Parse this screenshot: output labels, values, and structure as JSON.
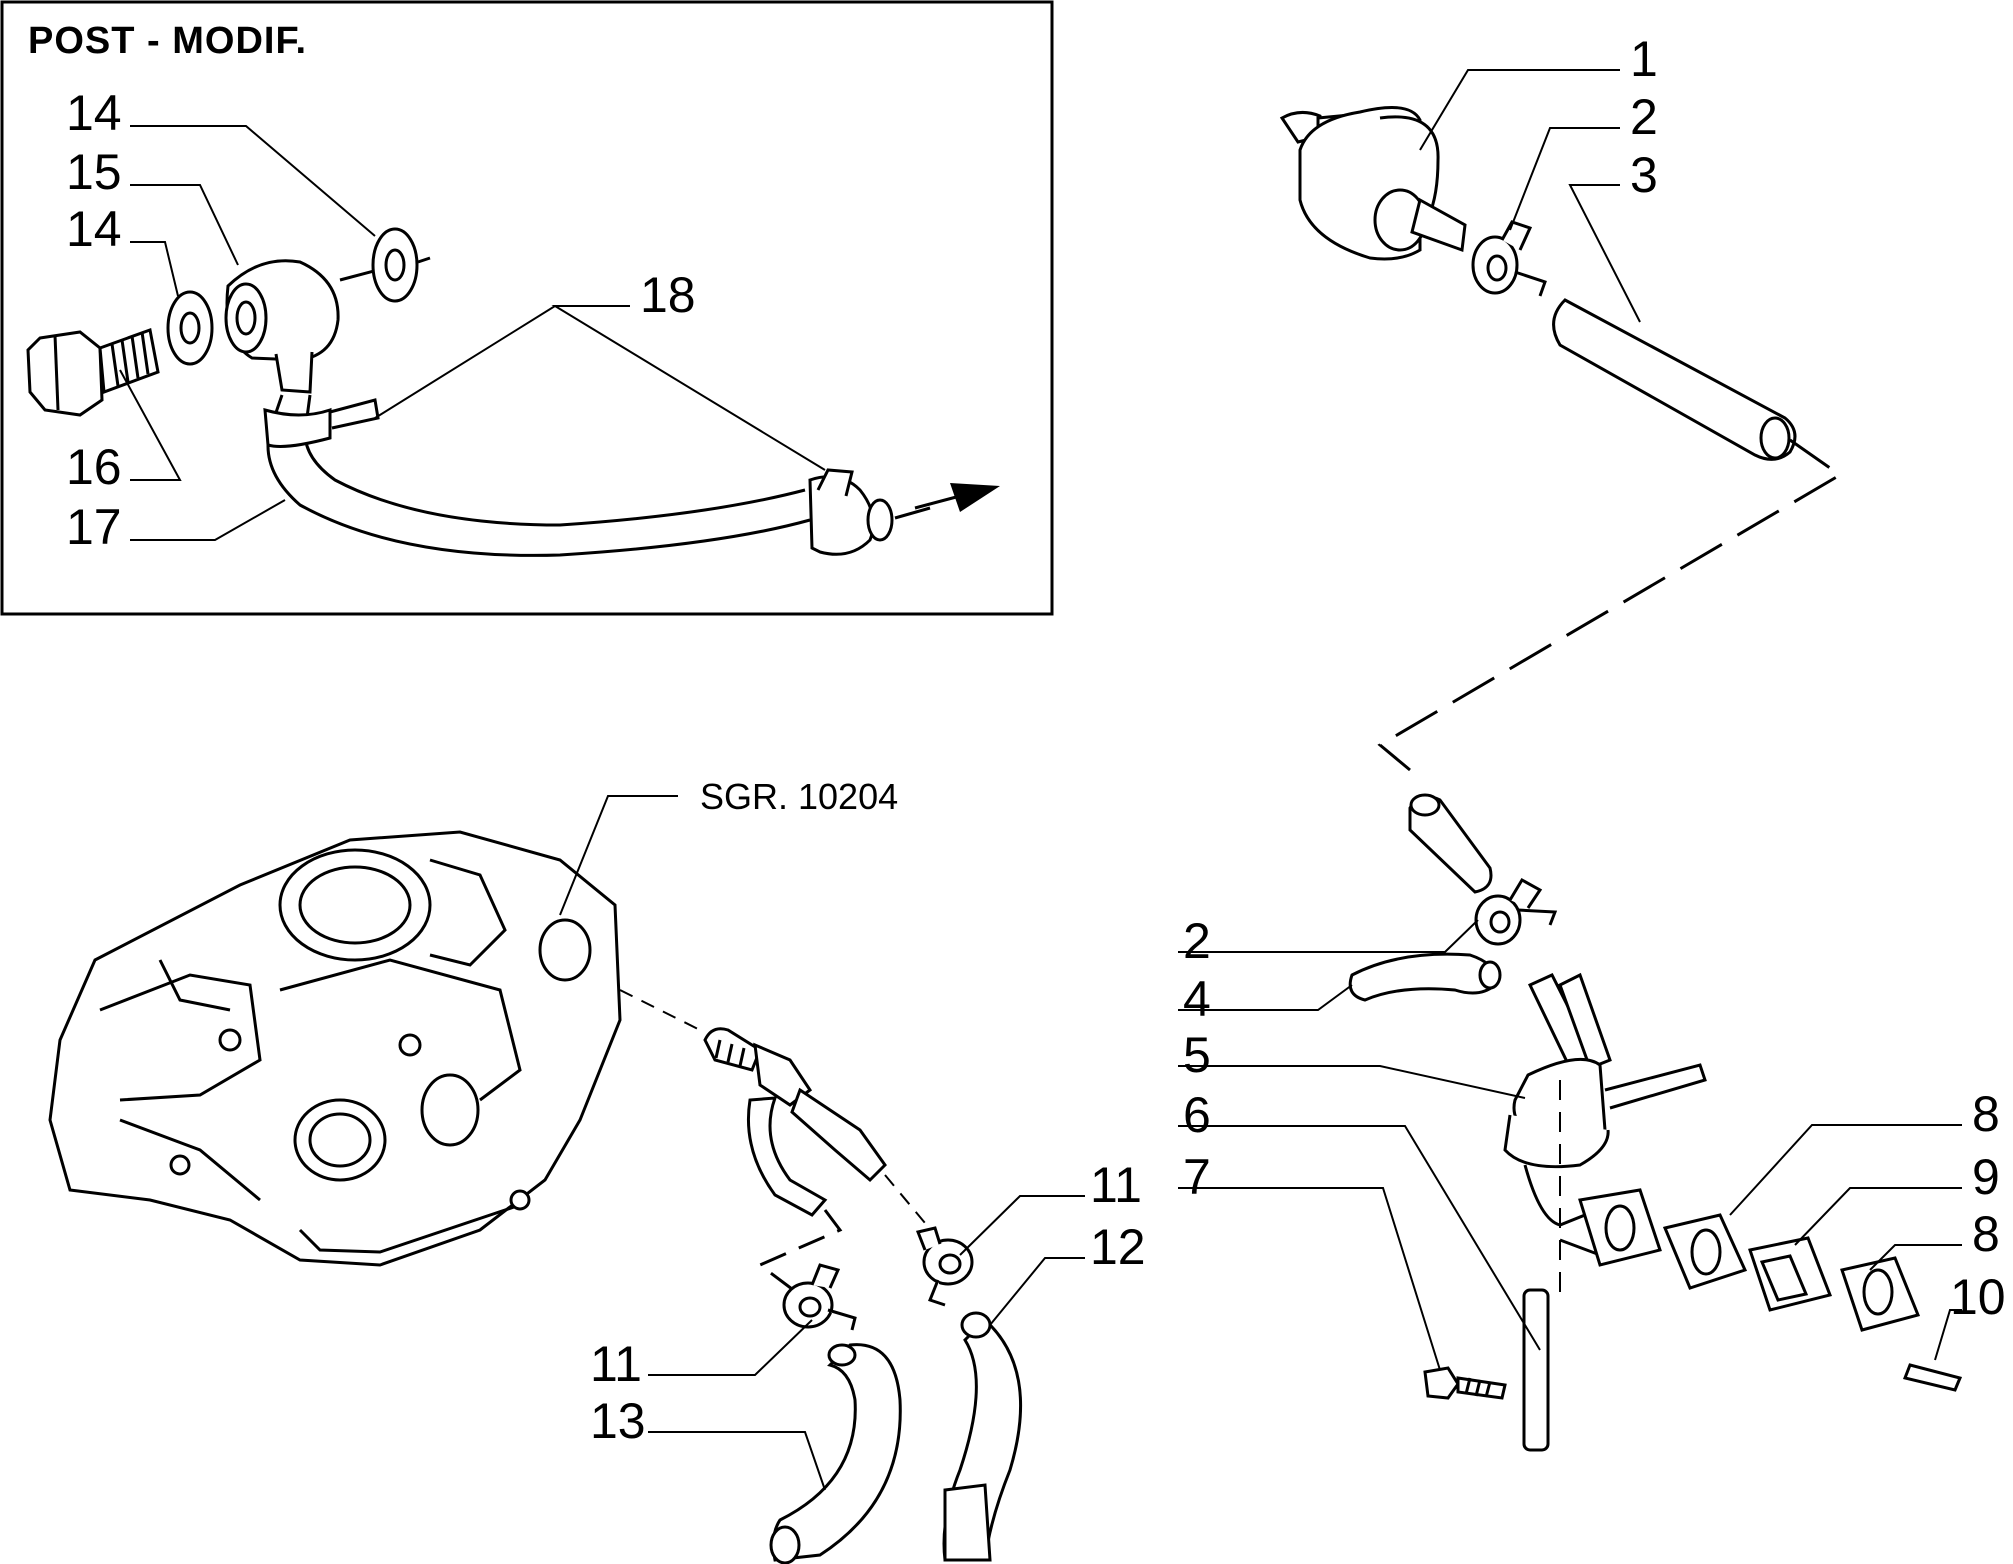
{
  "inset": {
    "header": "POST  -  MODIF."
  },
  "reference": "SGR. 10204",
  "callouts": {
    "c1": "1",
    "c2": "2",
    "c3": "3",
    "c2b": "2",
    "c4": "4",
    "c5": "5",
    "c6": "6",
    "c7": "7",
    "c8": "8",
    "c9": "9",
    "c8b": "8",
    "c10": "10",
    "c11": "11",
    "c12": "12",
    "c11b": "11",
    "c13": "13",
    "c14": "14",
    "c15": "15",
    "c14b": "14",
    "c16": "16",
    "c17": "17",
    "c18": "18"
  }
}
